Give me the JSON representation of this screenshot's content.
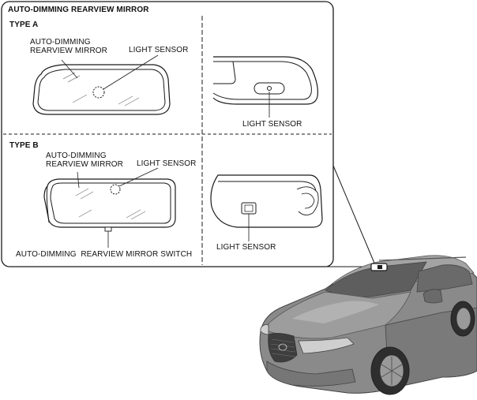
{
  "title": "AUTO-DIMMING REARVIEW MIRROR",
  "type_a": {
    "heading": "TYPE A",
    "mirror_label": "AUTO-DIMMING\nREARVIEW MIRROR",
    "sensor_label_front": "LIGHT SENSOR",
    "sensor_label_rear": "LIGHT SENSOR"
  },
  "type_b": {
    "heading": "TYPE B",
    "mirror_label": "AUTO-DIMMING\nREARVIEW MIRROR",
    "sensor_label_front": "LIGHT SENSOR",
    "sensor_label_rear": "LIGHT SENSOR",
    "switch_label": "AUTO-DIMMING  REARVIEW MIRROR SWITCH"
  },
  "colors": {
    "line": "#1a1a1a",
    "car_body": "#8a8a8a",
    "car_dark": "#5a5a5a",
    "car_light": "#b5b5b5"
  }
}
